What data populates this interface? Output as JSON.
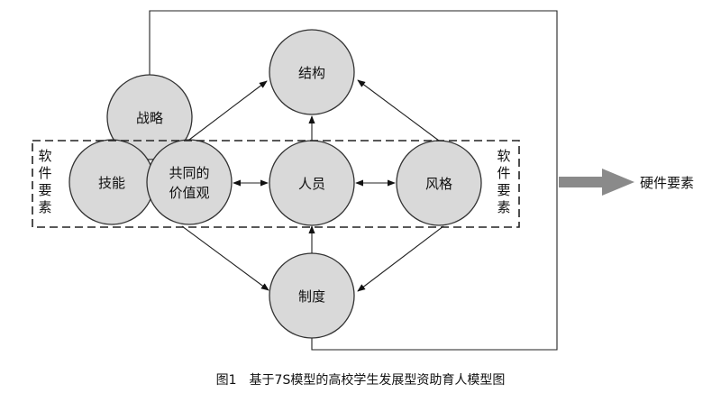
{
  "nodes": {
    "strategy": "战略",
    "structure": "结构",
    "skills": "技能",
    "shared_values_line1": "共同的",
    "shared_values_line2": "价值观",
    "staff": "人员",
    "style": "风格",
    "systems": "制度"
  },
  "side_labels": {
    "left": [
      "软",
      "件",
      "要",
      "素"
    ],
    "right": [
      "软",
      "件",
      "要",
      "素"
    ]
  },
  "output_label": "硬件要素",
  "caption": "图1　基于7S模型的高校学生发展型资助育人模型图",
  "colors": {
    "node_fill": "#d9d9d9",
    "output_arrow": "#8a8a8a"
  }
}
